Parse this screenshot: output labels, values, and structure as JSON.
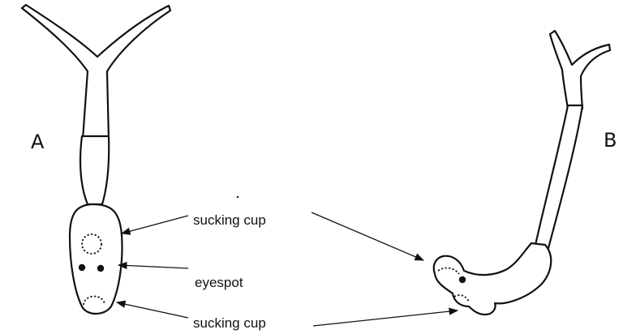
{
  "panels": {
    "a": "A",
    "b": "B"
  },
  "labels": {
    "top_sucking_cup": "sucking cup",
    "eyespot": "eyespot",
    "bottom_sucking_cup": "sucking cup"
  },
  "colors": {
    "ink": "#111111",
    "background": "#ffffff"
  }
}
